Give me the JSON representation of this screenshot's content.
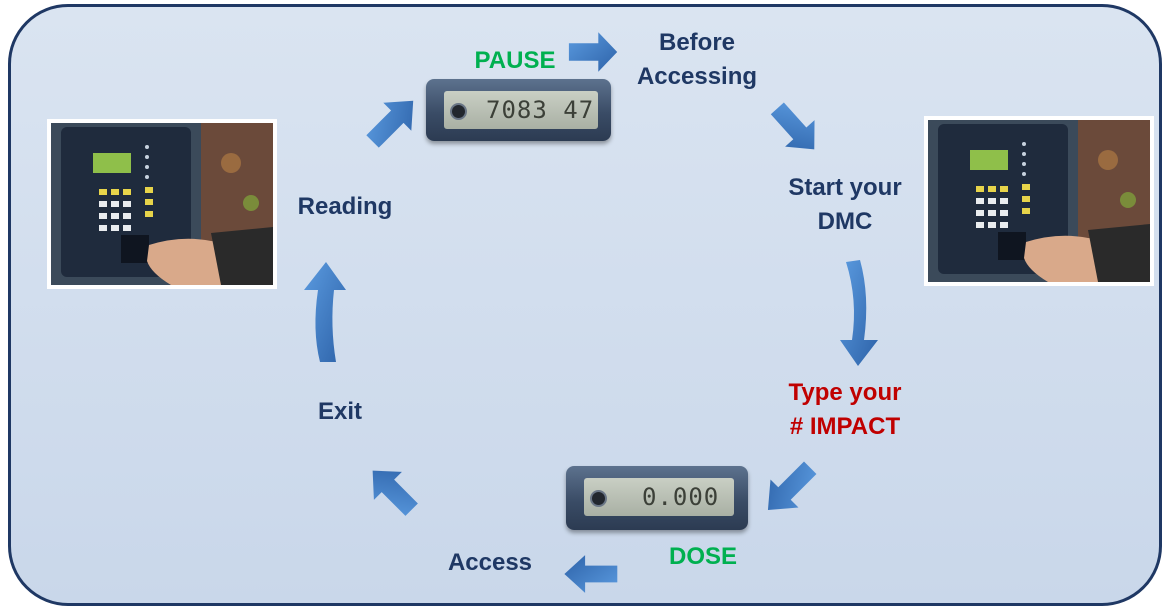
{
  "labels": {
    "pause": "PAUSE",
    "before_accessing": "Before\nAccessing",
    "start_dmc": "Start your\nDMC",
    "type_impact": "Type your\n# IMPACT",
    "dose": "DOSE",
    "access": "Access",
    "exit": "Exit",
    "reading": "Reading"
  },
  "devices": {
    "top_display": "7083 47",
    "bottom_display": "0.000"
  },
  "colors": {
    "text": "#1f3864",
    "status_green": "#00b050",
    "alert_red": "#c00000",
    "arrow": "#3d78c0",
    "border": "#1f3864"
  },
  "icons": [
    "flow-arrow-icon",
    "badge-reader-photo",
    "dosimeter-photo"
  ]
}
